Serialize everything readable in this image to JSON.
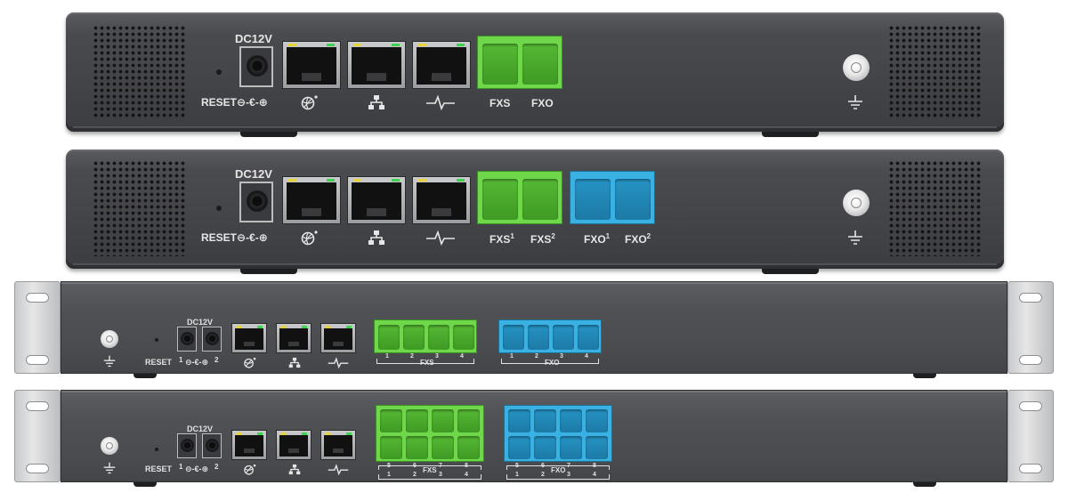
{
  "units": [
    {
      "id": "desk-1",
      "dc_label": "DC12V",
      "reset_label": "RESET",
      "polarity_label": "⊖-€-⊕",
      "fxs_labels": [
        "FXS"
      ],
      "fxo_labels": [
        "FXO"
      ]
    },
    {
      "id": "desk-2",
      "dc_label": "DC12V",
      "reset_label": "RESET",
      "polarity_label": "⊖-€-⊕",
      "fxs_labels": [
        "FXS",
        "FXS"
      ],
      "fxs_sup": [
        "1",
        "2"
      ],
      "fxo_labels": [
        "FXO",
        "FXO"
      ],
      "fxo_sup": [
        "1",
        "2"
      ]
    },
    {
      "id": "rack-1",
      "dc_label": "DC12V",
      "reset_label": "RESET",
      "polarity_label": "⊖-€-⊕",
      "dc_nums": [
        "1",
        "2"
      ],
      "fxs_label": "FXS",
      "fxo_label": "FXO",
      "fxs_nums": [
        "1",
        "2",
        "3",
        "4"
      ],
      "fxo_nums": [
        "1",
        "2",
        "3",
        "4"
      ]
    },
    {
      "id": "rack-2",
      "dc_label": "DC12V",
      "reset_label": "RESET",
      "polarity_label": "⊖-€-⊕",
      "dc_nums": [
        "1",
        "2"
      ],
      "fxs_label": "FXS",
      "fxo_label": "FXO",
      "fxs_top_nums": [
        "5",
        "6",
        "7",
        "8"
      ],
      "fxs_bot_nums": [
        "1",
        "2",
        "3",
        "4"
      ],
      "fxo_top_nums": [
        "5",
        "6",
        "7",
        "8"
      ],
      "fxo_bot_nums": [
        "1",
        "2",
        "3",
        "4"
      ]
    }
  ],
  "icons": [
    "internet-globe-icon",
    "lan-network-icon",
    "pulse-wave-icon",
    "ground-icon"
  ],
  "colors": {
    "chassis": "#48494c",
    "fxs_green": "#6fd84a",
    "fxo_blue": "#3ab1e3",
    "led_yellow": "#e7d23c",
    "led_green": "#3fd34d"
  }
}
